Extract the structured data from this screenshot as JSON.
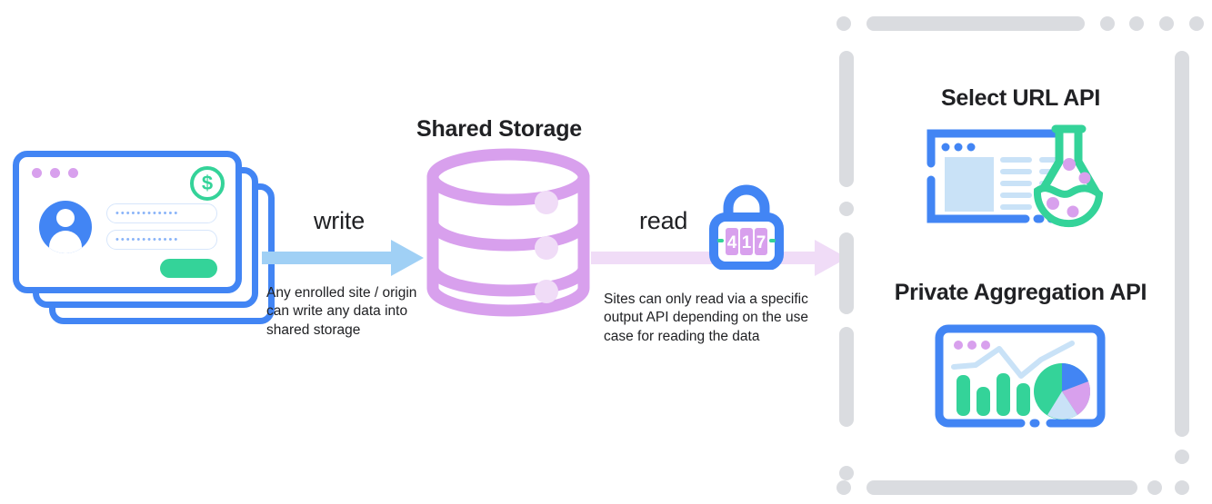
{
  "diagram": {
    "title_shared_storage": "Shared Storage",
    "write": {
      "label": "write",
      "caption": "Any enrolled site / origin can write any data into shared storage",
      "arrow_color": "#A0D0F5"
    },
    "read": {
      "label": "read",
      "caption": "Sites can only read via a specific output API depending on the use case for reading the data",
      "arrow_color": "#F0DCF7"
    },
    "source": {
      "name": "stacked-browser-windows",
      "field_1_value": "••••••••••••",
      "field_2_value": "••••••••••••",
      "money_symbol": "$",
      "window_dots": 3,
      "card_count": 3
    },
    "lock": {
      "combination": "417",
      "digits": [
        "4",
        "1",
        "7"
      ]
    },
    "output_apis": [
      {
        "title": "Select URL API",
        "icon": "browser-flask-icon"
      },
      {
        "title": "Private Aggregation API",
        "icon": "browser-chart-icon"
      }
    ]
  },
  "colors": {
    "blue": "#4285F4",
    "light_blue": "#A0D0F5",
    "pale_blue": "#C9E2F7",
    "green": "#34D399",
    "purple": "#D8A0ED",
    "pale_purple": "#F0DCF7",
    "gray_dash": "#DADCE0",
    "text": "#202124"
  },
  "chart_icon": {
    "type": "bar",
    "bars": [
      78,
      48,
      82,
      58
    ],
    "pie_slices": [
      {
        "label": "green",
        "value": 52,
        "color": "#34D399"
      },
      {
        "label": "blue",
        "value": 18,
        "color": "#4285F4"
      },
      {
        "label": "purple",
        "value": 17,
        "color": "#D8A0ED"
      },
      {
        "label": "light-blue",
        "value": 13,
        "color": "#C9E2F7"
      }
    ],
    "line_series": true
  }
}
